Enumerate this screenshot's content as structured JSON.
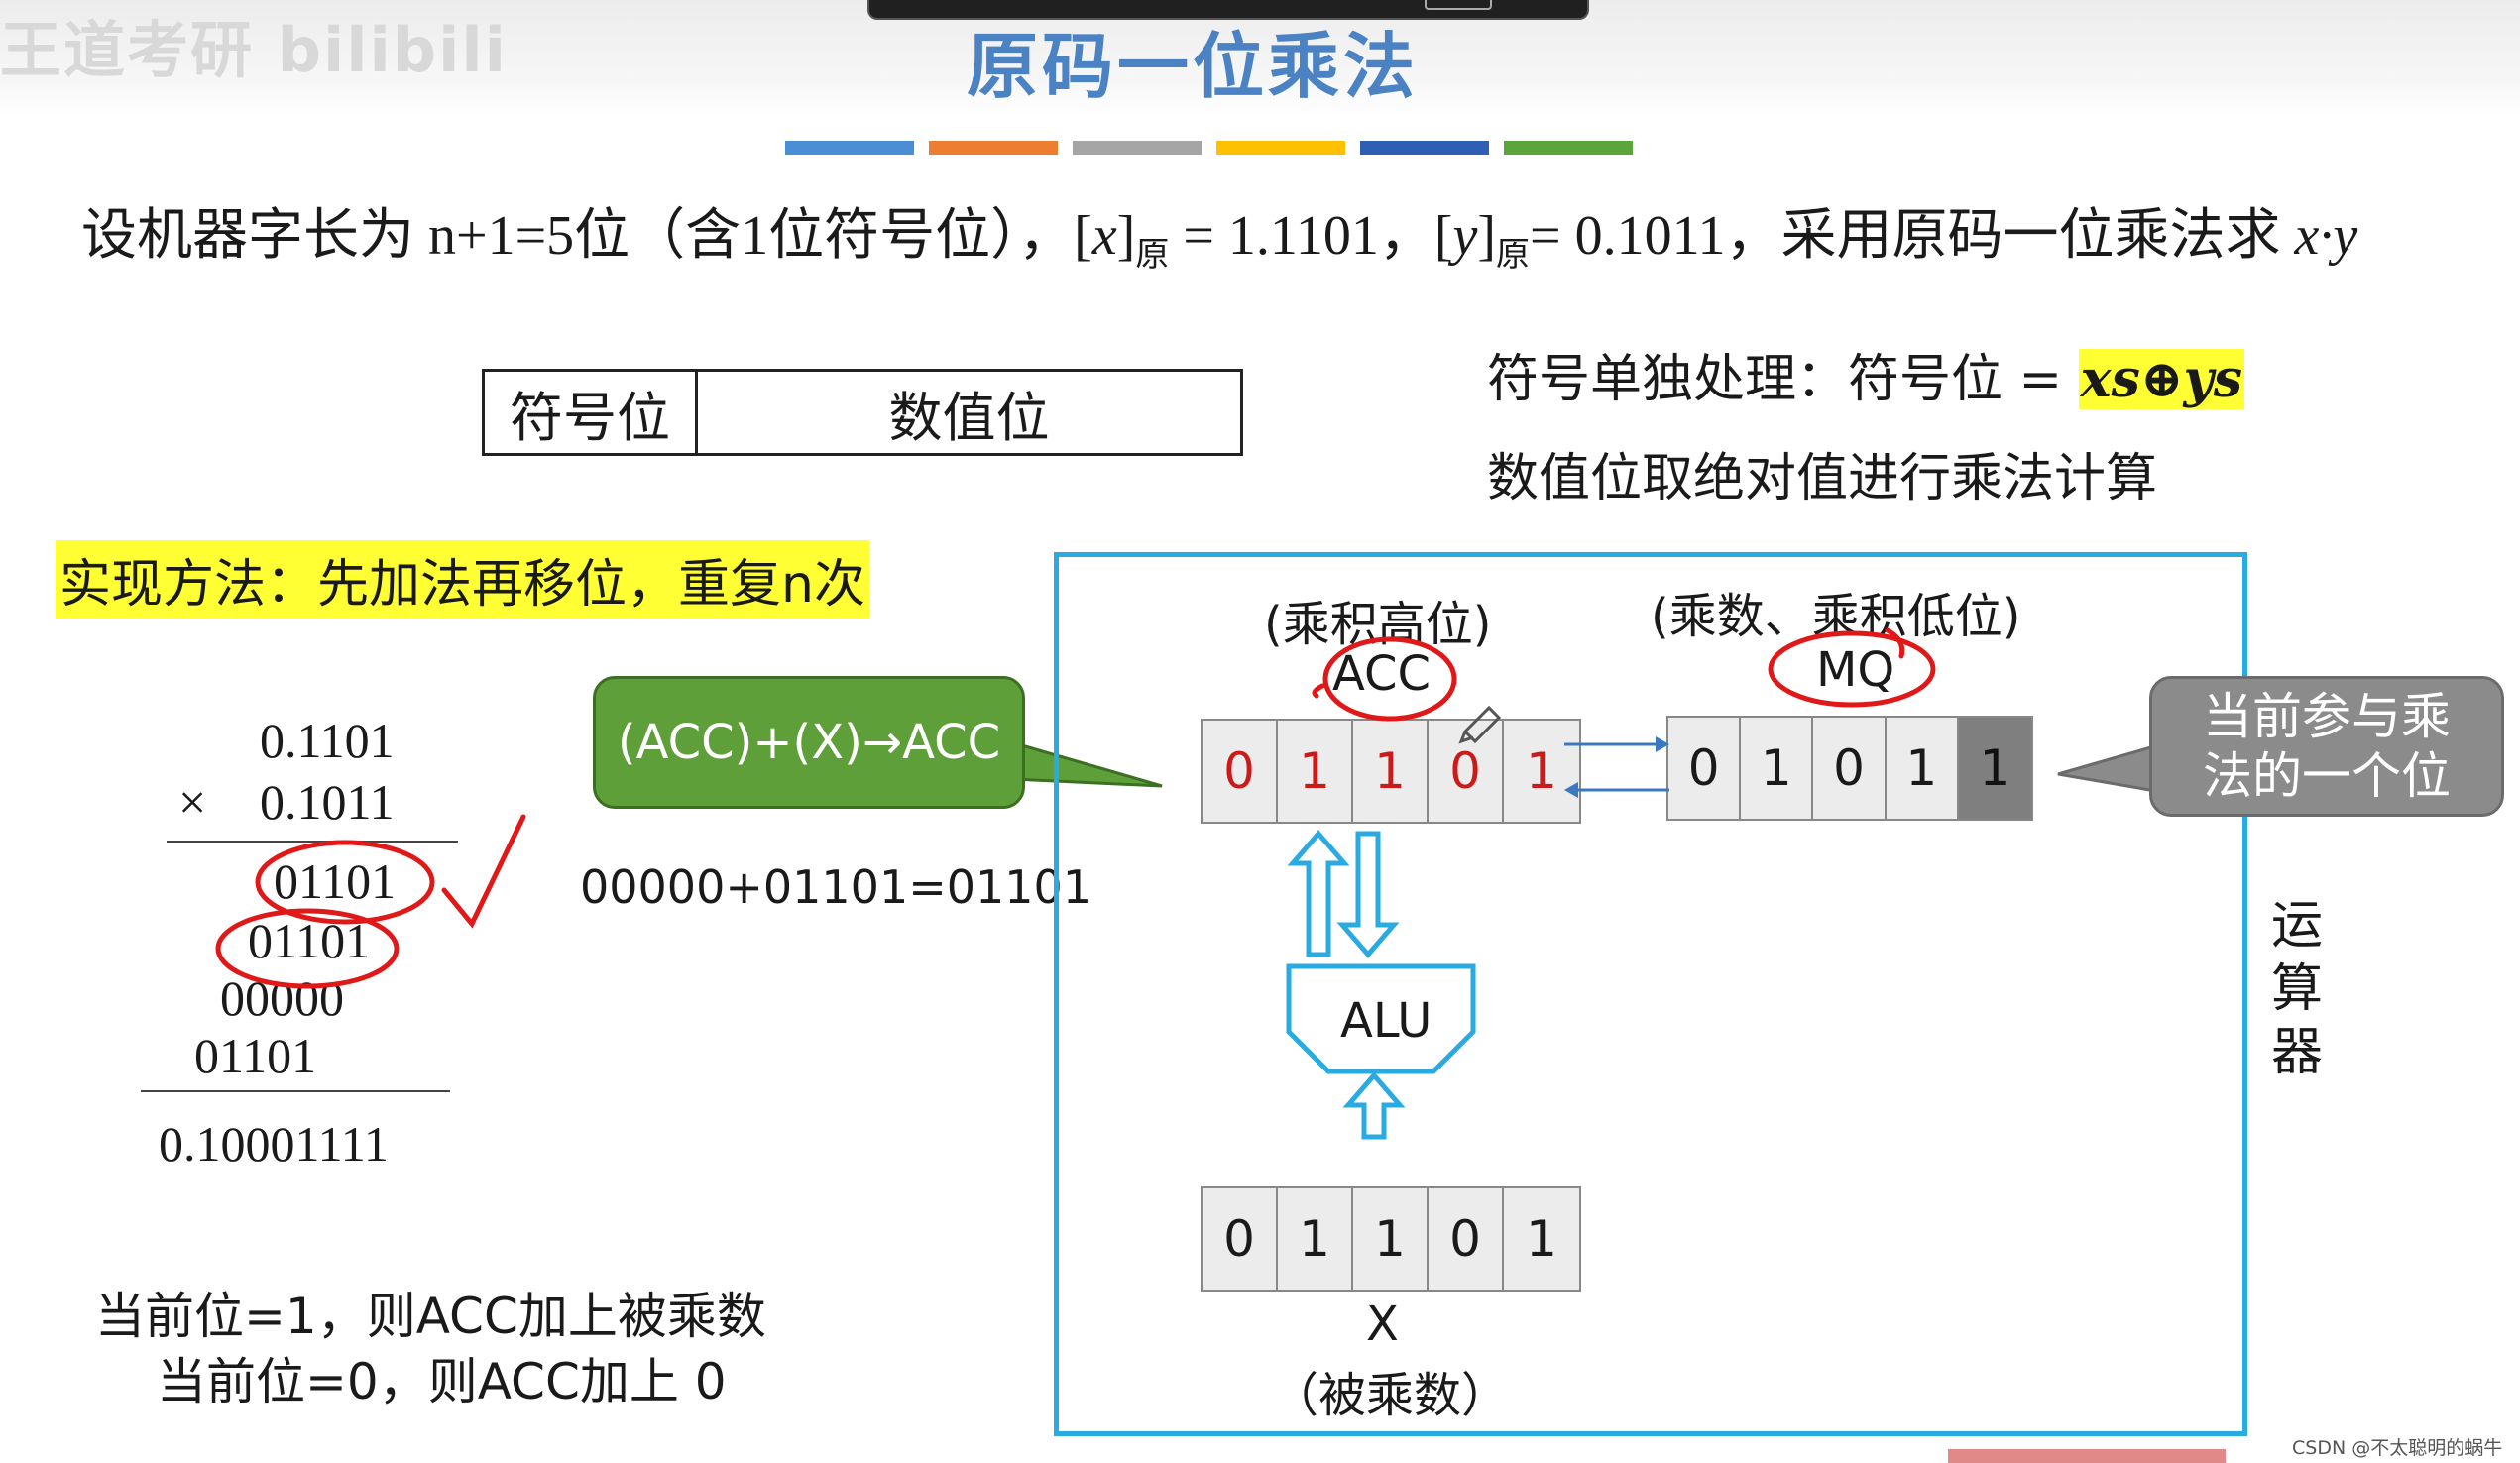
{
  "header": {
    "watermark": "王道考研 bilibili",
    "title": "原码一位乘法",
    "color_strips": [
      "#4a8fd6",
      "#ed7d31",
      "#a5a5a5",
      "#ffc000",
      "#2f5fb3",
      "#5ba53a"
    ]
  },
  "problem": {
    "part1": "设机器字长为 n+1=5位（含1位符号位），[",
    "x_var": "x",
    "x_close": "]",
    "sub1": "原",
    "x_value": " = 1.1101，[",
    "y_var": "y",
    "y_close": "]",
    "sub2": "原",
    "y_value": "= 0.1011，采用原码一位乘法求 ",
    "product": "x·y"
  },
  "sign_table": {
    "sign_label": "符号位",
    "value_label": "数值位"
  },
  "right_notes": {
    "sign_rule_prefix": "符号单独处理：符号位 = ",
    "sign_rule_formula": "xs⊕ys",
    "value_rule": "数值位取绝对值进行乘法计算"
  },
  "method": "实现方法：先加法再移位，重复n次",
  "manual_calc": {
    "multiplicand": "0.1101",
    "times": "×",
    "multiplier": "0.1011",
    "partials": [
      "01101",
      "01101",
      "00000",
      "01101"
    ],
    "result": "0.10001111"
  },
  "rules": {
    "line1": "当前位=1，则ACC加上被乘数",
    "line2": "当前位=0，则ACC加上 0"
  },
  "operation_box": "(ACC)+(X)→ACC",
  "equation": "00000+01101=01101",
  "alu_unit": {
    "acc_caption": "(乘积高位)",
    "acc_label": "ACC",
    "acc_bits": [
      "0",
      "1",
      "1",
      "0",
      "1"
    ],
    "mq_caption": "(乘数、乘积低位)",
    "mq_label": "MQ",
    "mq_bits": [
      "0",
      "1",
      "0",
      "1",
      "1"
    ],
    "alu_label": "ALU",
    "x_bits": [
      "0",
      "1",
      "1",
      "0",
      "1"
    ],
    "x_label": "X",
    "x_caption": "（被乘数）",
    "unit_label": [
      "运",
      "算",
      "器"
    ]
  },
  "callout": {
    "line1": "当前参与乘",
    "line2": "法的一个位"
  },
  "footer": {
    "csdn": "CSDN @不太聪明的蜗牛"
  },
  "colors": {
    "accent_blue": "#29aae1",
    "title_blue": "#4a82c4",
    "highlight": "#ffff33",
    "callout_green": "#5e9f3a",
    "callout_gray": "#8b8b8b",
    "bit_red": "#cc1a1a",
    "annotation_red": "#e01818"
  }
}
